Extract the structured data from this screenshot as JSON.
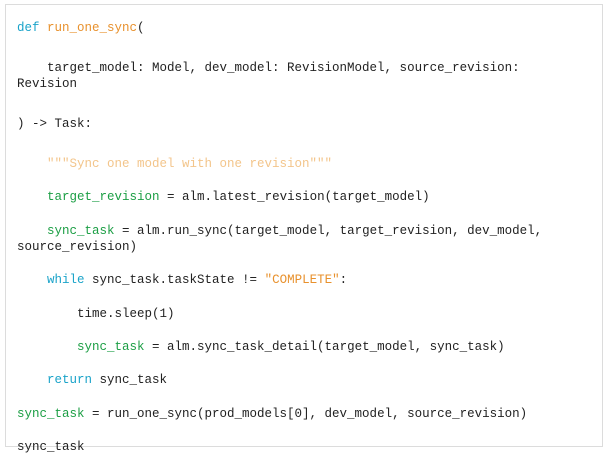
{
  "code": {
    "l1": {
      "kw": "def",
      "name": "run_one_sync",
      "rest": "("
    },
    "l2": {
      "text": "    target_model: Model, dev_model: RevisionModel, source_revision:"
    },
    "l2b": {
      "text": "Revision"
    },
    "l3": {
      "text": ") -> Task:"
    },
    "l4": {
      "text": "    \"\"\"Sync one model with one revision\"\"\""
    },
    "l5": {
      "indent": "    ",
      "var": "target_revision",
      "rest": " = alm.latest_revision(target_model)"
    },
    "l6": {
      "indent": "    ",
      "var": "sync_task",
      "rest": " = alm.run_sync(target_model, target_revision, dev_model,"
    },
    "l6b": {
      "text": "source_revision)"
    },
    "l7": {
      "indent": "    ",
      "kw": "while",
      "mid": " sync_task.taskState != ",
      "str": "\"COMPLETE\"",
      "rest": ":"
    },
    "l8": {
      "text": "        time.sleep(1)"
    },
    "l9": {
      "indent": "        ",
      "var": "sync_task",
      "rest": " = alm.sync_task_detail(target_model, sync_task)"
    },
    "l10": {
      "indent": "    ",
      "kw": "return",
      "rest": " sync_task"
    },
    "l11": {
      "var": "sync_task",
      "rest": " = run_one_sync(prod_models[0], dev_model, source_revision)"
    },
    "l12": {
      "text": "sync_task"
    }
  }
}
